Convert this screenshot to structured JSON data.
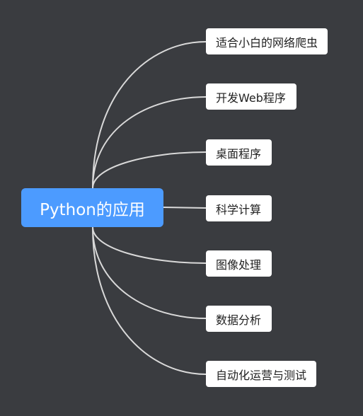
{
  "root": {
    "label": "Python的应用",
    "color": "#4c9bff"
  },
  "branches": [
    {
      "label": "适合小白的网络爬虫"
    },
    {
      "label": "开发Web程序"
    },
    {
      "label": "桌面程序"
    },
    {
      "label": "科学计算"
    },
    {
      "label": "图像处理"
    },
    {
      "label": "数据分析"
    },
    {
      "label": "自动化运营与测试"
    }
  ],
  "colors": {
    "background": "#3a3c40",
    "connector": "#d9d9d9",
    "branch_fill": "#ffffff"
  }
}
